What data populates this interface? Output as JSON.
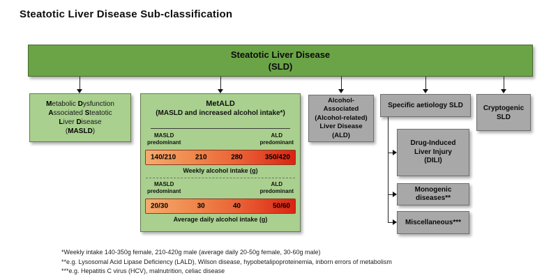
{
  "page": {
    "title": "Steatotic Liver Disease Sub-classification"
  },
  "root": {
    "line1": "Steatotic Liver Disease",
    "line2": "(SLD)"
  },
  "boxes": {
    "masld": {
      "lines": [
        "Metabolic Dysfunction",
        "Associated Steatotic",
        "Liver Disease",
        "(MASLD)"
      ]
    },
    "metald": {
      "title": "MetALD",
      "subtitle": "(MASLD and increased alcohol intake*)",
      "pred_left_1": "MASLD",
      "pred_left_2": "predominant",
      "pred_right_1": "ALD",
      "pred_right_2": "predominant",
      "weekly": {
        "values": [
          "140/210",
          "210",
          "280",
          "350/420"
        ],
        "caption": "Weekly alcohol intake (g)"
      },
      "daily": {
        "values": [
          "20/30",
          "30",
          "40",
          "50/60"
        ],
        "caption": "Average daily alcohol intake (g)"
      }
    },
    "ald": {
      "lines": [
        "Alcohol-",
        "Associated",
        "(Alcohol-related)",
        "Liver Disease",
        "(ALD)"
      ]
    },
    "specific": {
      "label": "Specific aetiology SLD"
    },
    "dili": {
      "lines": [
        "Drug-Induced",
        "Liver Injury",
        "(DILI)"
      ]
    },
    "monogenic": {
      "lines": [
        "Monogenic",
        "diseases**"
      ]
    },
    "miscellaneous": {
      "label": "Miscellaneous***"
    },
    "cryptogenic": {
      "lines": [
        "Cryptogenic",
        "SLD"
      ]
    }
  },
  "footnotes": [
    "*Weekly intake 140-350g female, 210-420g male (average daily 20-50g female, 30-60g male)",
    "**e.g. Lysosomal Acid Lipase Deficiency (LALD), Wilson disease, hypobetalipoproteinemia, inborn errors of metabolism",
    "***e.g. Hepatitis C virus (HCV), malnutrition, celiac disease"
  ],
  "colors": {
    "banner_green": "#6ba447",
    "banner_border": "#45682b",
    "light_green": "#a9d08e",
    "green_border": "#64784f",
    "gray_box": "#a8a8a8",
    "gray_border": "#6e6e6e",
    "bar_start": "#f6aa6d",
    "bar_mid": "#ea6236",
    "bar_end": "#da2413",
    "bar_border": "#8a3a20"
  }
}
